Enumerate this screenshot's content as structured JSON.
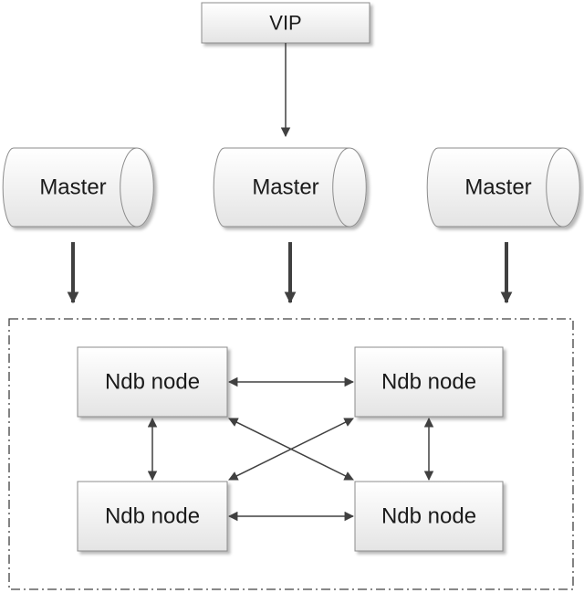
{
  "diagram": {
    "vip": {
      "label": "VIP"
    },
    "masters": [
      {
        "label": "Master"
      },
      {
        "label": "Master"
      },
      {
        "label": "Master"
      }
    ],
    "ndb_nodes": [
      {
        "label": "Ndb node"
      },
      {
        "label": "Ndb node"
      },
      {
        "label": "Ndb node"
      },
      {
        "label": "Ndb node"
      }
    ],
    "colors": {
      "box_fill_top": "#ffffff",
      "box_fill_bottom": "#e6e6e6",
      "box_stroke": "#8c8c8c",
      "arrow": "#404040",
      "cluster_border": "#404040"
    }
  }
}
